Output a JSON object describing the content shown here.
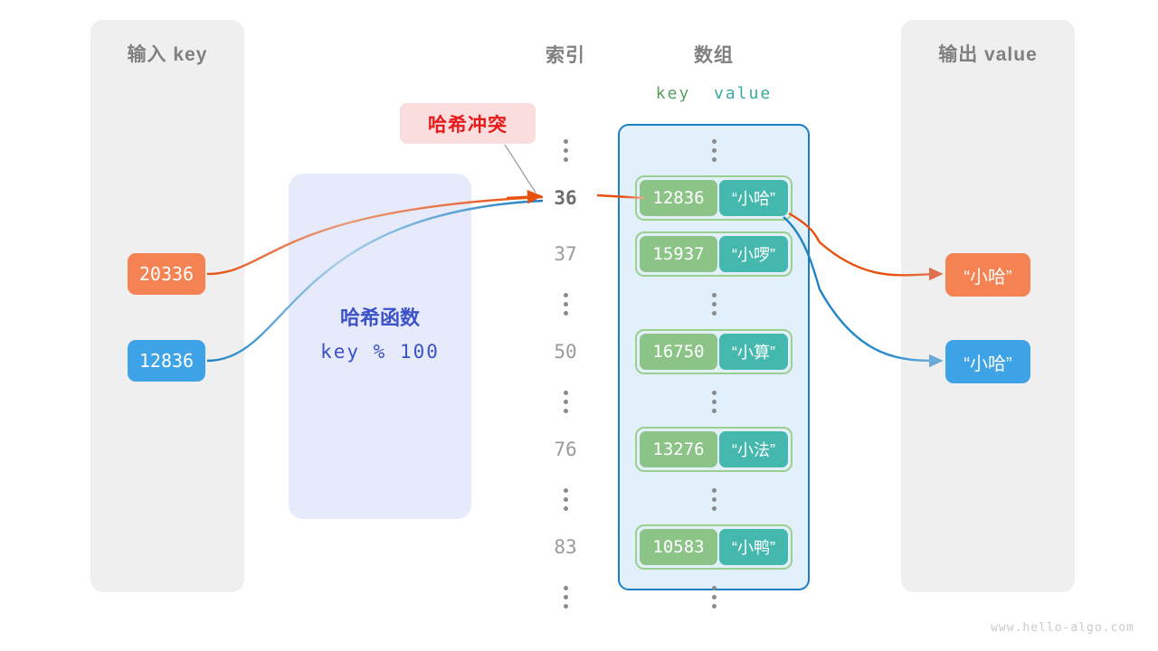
{
  "watermark": "www.hello-algo.com",
  "input_panel": {
    "title": "输入 key"
  },
  "output_panel": {
    "title": "输出 value"
  },
  "hash_function": {
    "title": "哈希函数",
    "formula": "key % 100"
  },
  "collision": {
    "label": "哈希冲突"
  },
  "headings": {
    "index": "索引",
    "array": "数组",
    "key": "key",
    "value": "value"
  },
  "input_keys": [
    {
      "text": "20336",
      "color": "#f58253"
    },
    {
      "text": "12836",
      "color": "#3fa3e8"
    }
  ],
  "output_values": [
    {
      "text": "“小哈”",
      "color": "#f58253"
    },
    {
      "text": "“小哈”",
      "color": "#3fa3e8"
    }
  ],
  "ellipsis": "⋮",
  "rows": [
    {
      "kind": "dots"
    },
    {
      "kind": "entry",
      "index": "36",
      "key": "12836",
      "value": "“小哈”",
      "active": true
    },
    {
      "kind": "entry",
      "index": "37",
      "key": "15937",
      "value": "“小啰”",
      "active": false
    },
    {
      "kind": "dots"
    },
    {
      "kind": "entry",
      "index": "50",
      "key": "16750",
      "value": "“小算”",
      "active": false
    },
    {
      "kind": "dots"
    },
    {
      "kind": "entry",
      "index": "76",
      "key": "13276",
      "value": "“小法”",
      "active": false
    },
    {
      "kind": "dots"
    },
    {
      "kind": "entry",
      "index": "83",
      "key": "10583",
      "value": "“小鸭”",
      "active": false
    },
    {
      "kind": "dots"
    }
  ],
  "colors": {
    "orange": "#e8500f",
    "blue": "#1b7fc4",
    "array_fill": "#e2f0fb",
    "bucket_key": "#8cc387",
    "bucket_value": "#45b8ad",
    "hash_fill": "#e6eafa",
    "panel_fill": "#efefef",
    "collision_fill": "#fadddd",
    "collision_text": "#e81b1b"
  }
}
